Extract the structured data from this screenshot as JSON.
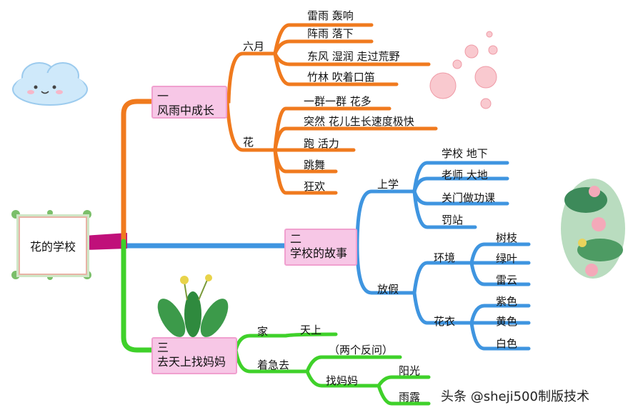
{
  "root": "花的学校",
  "branches": {
    "b1": {
      "num": "一",
      "title": "风雨中成长",
      "sub1": {
        "label": "六月",
        "leaves": [
          "雷雨  轰响",
          "阵雨  落下",
          "东风  湿润  走过荒野",
          "竹林  吹着口笛"
        ]
      },
      "sub2": {
        "label": "花",
        "leaves": [
          "一群一群  花多",
          "突然  花儿生长速度极快",
          "跑  活力",
          "跳舞",
          "狂欢"
        ]
      }
    },
    "b2": {
      "num": "二",
      "title": "学校的故事",
      "sub1": {
        "label": "上学",
        "leaves": [
          "学校  地下",
          "老师  大地",
          "关门做功课",
          "罚站"
        ]
      },
      "sub2": {
        "label": "放假",
        "env": {
          "label": "环境",
          "leaves": [
            "树枝",
            "绿叶",
            "雷云"
          ]
        },
        "clothes": {
          "label": "花衣",
          "leaves": [
            "紫色",
            "黄色",
            "白色"
          ]
        }
      }
    },
    "b3": {
      "num": "三",
      "title": "去天上找妈妈",
      "home": {
        "label": "家",
        "leaf": "天上"
      },
      "hurry": {
        "label": "着急去",
        "question": "（两个反问）",
        "find": {
          "label": "找妈妈",
          "leaves": [
            "阳光",
            "雨露"
          ]
        }
      }
    }
  },
  "watermark": "头条 @sheji500制版技术",
  "colors": {
    "orange": "#f07a1e",
    "blue": "#3f95e0",
    "green": "#3fd12a",
    "magenta": "#c0107a"
  }
}
